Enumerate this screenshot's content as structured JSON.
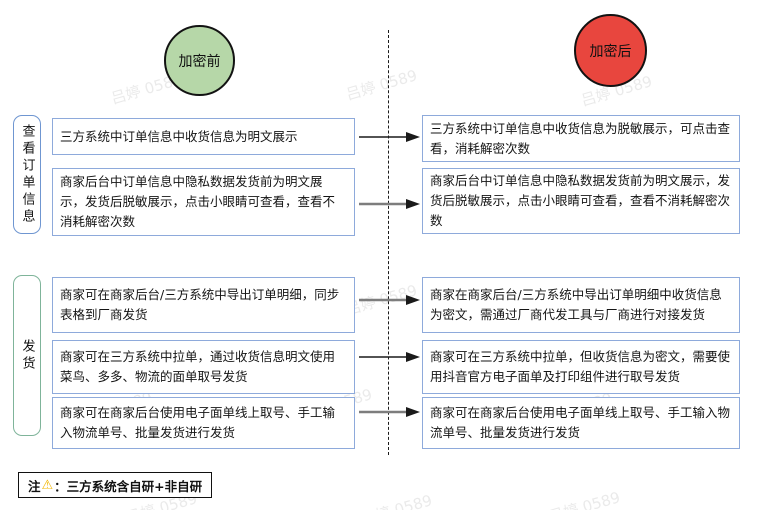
{
  "watermark": {
    "text": "吕婷 0589"
  },
  "header": {
    "before_circle": {
      "label": "加密前",
      "fill": "#b6d7a8"
    },
    "after_circle": {
      "label": "加密后",
      "fill": "#e8463e"
    }
  },
  "sections": [
    {
      "label": "查看订单信息",
      "border_color": "#6f96d1",
      "rows": [
        {
          "left": "三方系统中订单信息中收货信息为明文展示",
          "right": "三方系统中订单信息中收货信息为脱敏展示，可点击查看，消耗解密次数"
        },
        {
          "left": "商家后台中订单信息中隐私数据发货前为明文展示，发货后脱敏展示，点击小眼睛可查看，查看不消耗解密次数",
          "right": "商家后台中订单信息中隐私数据发货前为明文展示，发货后脱敏展示，点击小眼睛可查看，查看不消耗解密次数"
        }
      ]
    },
    {
      "label": "发货",
      "border_color": "#7fb49a",
      "rows": [
        {
          "left": "商家可在商家后台/三方系统中导出订单明细，同步表格到厂商发货",
          "right": "商家在商家后台/三方系统中导出订单明细中收货信息为密文，需通过厂商代发工具与厂商进行对接发货"
        },
        {
          "left": "商家可在三方系统中拉单，通过收货信息明文使用菜鸟、多多、物流的面单取号发货",
          "right": "商家可在三方系统中拉单，但收货信息为密文，需要使用抖音官方电子面单及打印组件进行取号发货"
        },
        {
          "left": "商家可在商家后台使用电子面单线上取号、手工输入物流单号、批量发货进行发货",
          "right": "商家可在商家后台使用电子面单线上取号、手工输入物流单号、批量发货进行发货"
        }
      ]
    }
  ],
  "note": {
    "prefix": "注",
    "warning_icon": "⚠",
    "text": "：三方系统含自研+非自研"
  },
  "colors": {
    "box_border": "#8eaadb",
    "arrow_gray": "#7d7d7d",
    "arrow_black": "#1a1a1a"
  }
}
